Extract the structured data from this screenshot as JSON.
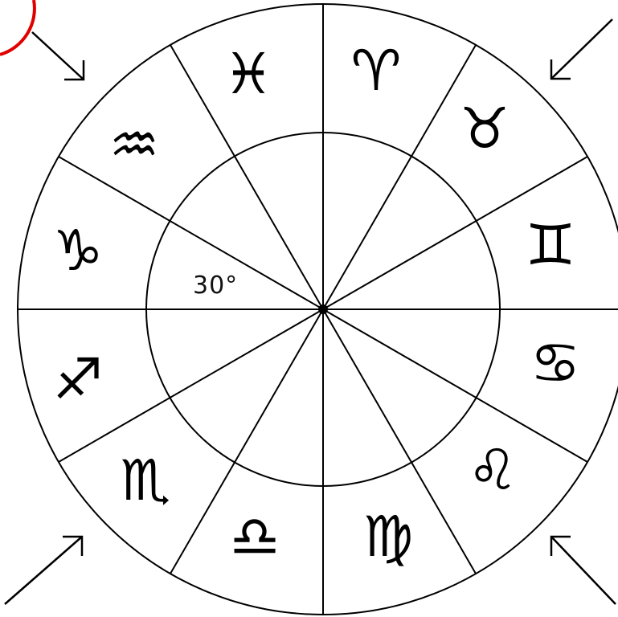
{
  "diagram": {
    "center_label": "30°",
    "colors": {
      "line": "#000000",
      "highlight": "#e00000",
      "background": "#ffffff"
    },
    "signs": [
      {
        "name": "aries",
        "icon": "ram-icon",
        "glyph": "♈"
      },
      {
        "name": "taurus",
        "icon": "bull-icon",
        "glyph": "♉"
      },
      {
        "name": "gemini",
        "icon": "twins-icon",
        "glyph": "♊"
      },
      {
        "name": "cancer",
        "icon": "crab-icon",
        "glyph": "♋"
      },
      {
        "name": "leo",
        "icon": "lion-icon",
        "glyph": "♌"
      },
      {
        "name": "virgo",
        "icon": "maiden-icon",
        "glyph": "♍"
      },
      {
        "name": "libra",
        "icon": "scales-icon",
        "glyph": "♎"
      },
      {
        "name": "scorpio",
        "icon": "scorpion-icon",
        "glyph": "♏"
      },
      {
        "name": "sagittarius",
        "icon": "archer-icon",
        "glyph": "♐"
      },
      {
        "name": "capricorn",
        "icon": "goat-icon",
        "glyph": "♑"
      },
      {
        "name": "aquarius",
        "icon": "water-bearer-icon",
        "glyph": "♒"
      },
      {
        "name": "pisces",
        "icon": "fish-icon",
        "glyph": "♓"
      }
    ]
  }
}
